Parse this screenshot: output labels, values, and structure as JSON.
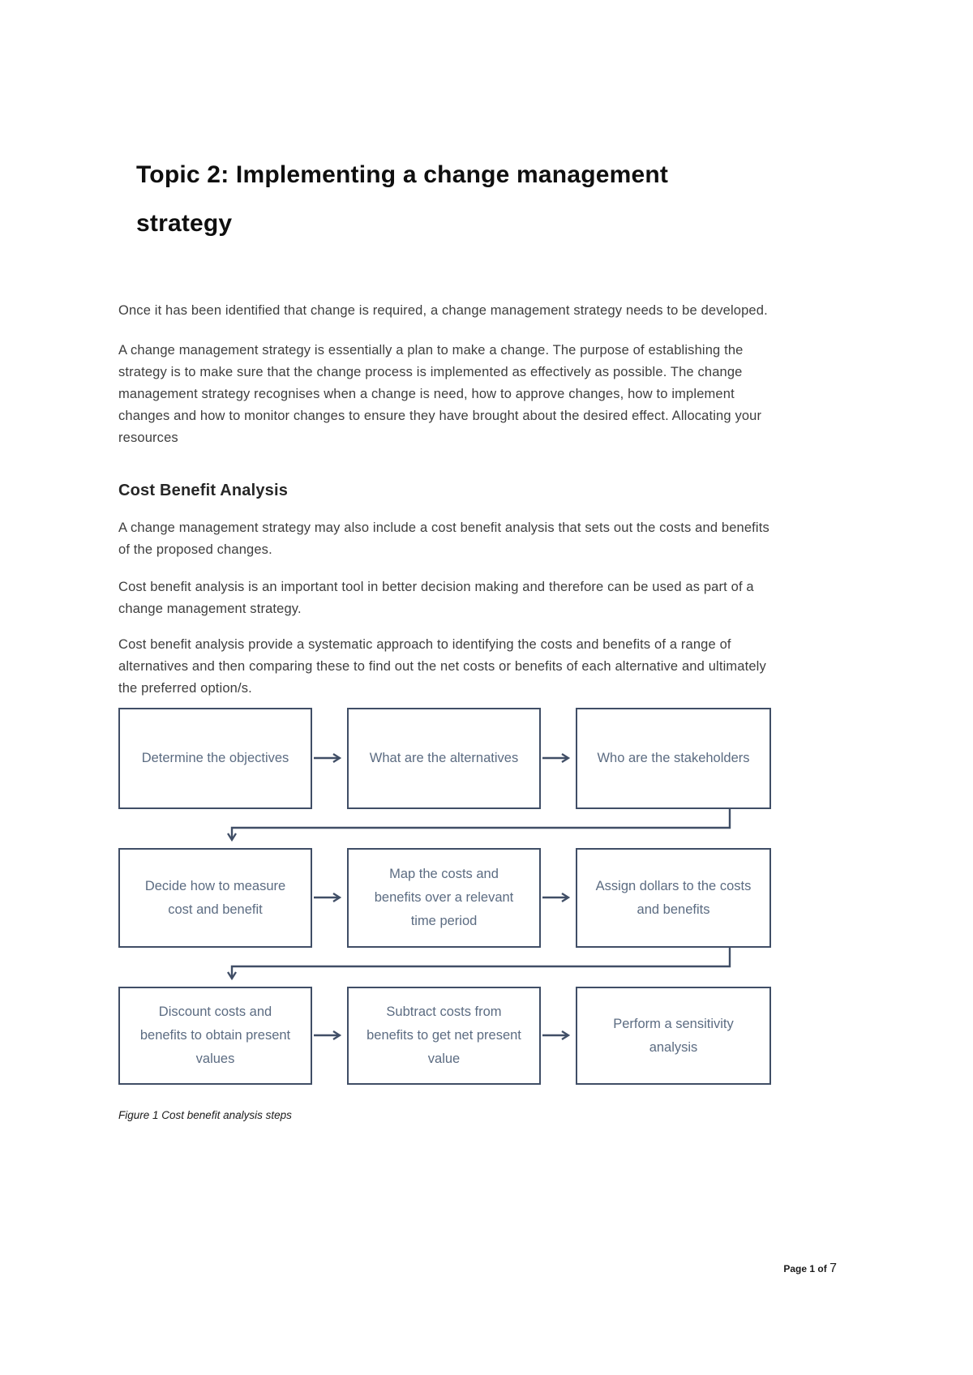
{
  "document": {
    "title": "Topic 2: Implementing a change management strategy",
    "intro": {
      "p1": "Once it has been identified that change is required, a change management strategy needs to be developed.",
      "p2": "A change management strategy is essentially a plan to make a change. The purpose of establishing the strategy is to make sure that the change process is implemented as effectively as possible. The change management strategy recognises when a change is need, how to approve changes, how to implement changes and how to monitor changes to ensure they have brought about the desired effect. Allocating your resources"
    },
    "cost_benefit": {
      "heading": "Cost Benefit Analysis",
      "p1": "A change management strategy may also include a cost benefit analysis that sets out the costs and benefits of the proposed changes.",
      "p2": "Cost benefit analysis is an important tool in better decision making and therefore can be used as part of a change management strategy.",
      "p3": "Cost benefit analysis provide a systematic approach to identifying the costs and benefits of a range of alternatives and then comparing these to find out the net costs or benefits of each alternative and ultimately the preferred option/s."
    },
    "figure": {
      "caption": "Figure 1 Cost benefit analysis steps"
    }
  },
  "flowchart": {
    "boxes": [
      "Determine the objectives",
      "What are the alternatives",
      "Who are the stakeholders",
      "Decide how to measure cost and benefit",
      "Map the costs and benefits over a relevant time period",
      "Assign dollars to the costs and benefits",
      "Discount costs and benefits to obtain present values",
      "Subtract costs from benefits to get net present value",
      "Perform a sensitivity analysis"
    ],
    "colors": {
      "line": "#404e66",
      "box_text": "#5c6c82"
    }
  },
  "footer": {
    "page_label": "Page",
    "page_number": "1",
    "of_label": "of",
    "total_pages": "7"
  }
}
